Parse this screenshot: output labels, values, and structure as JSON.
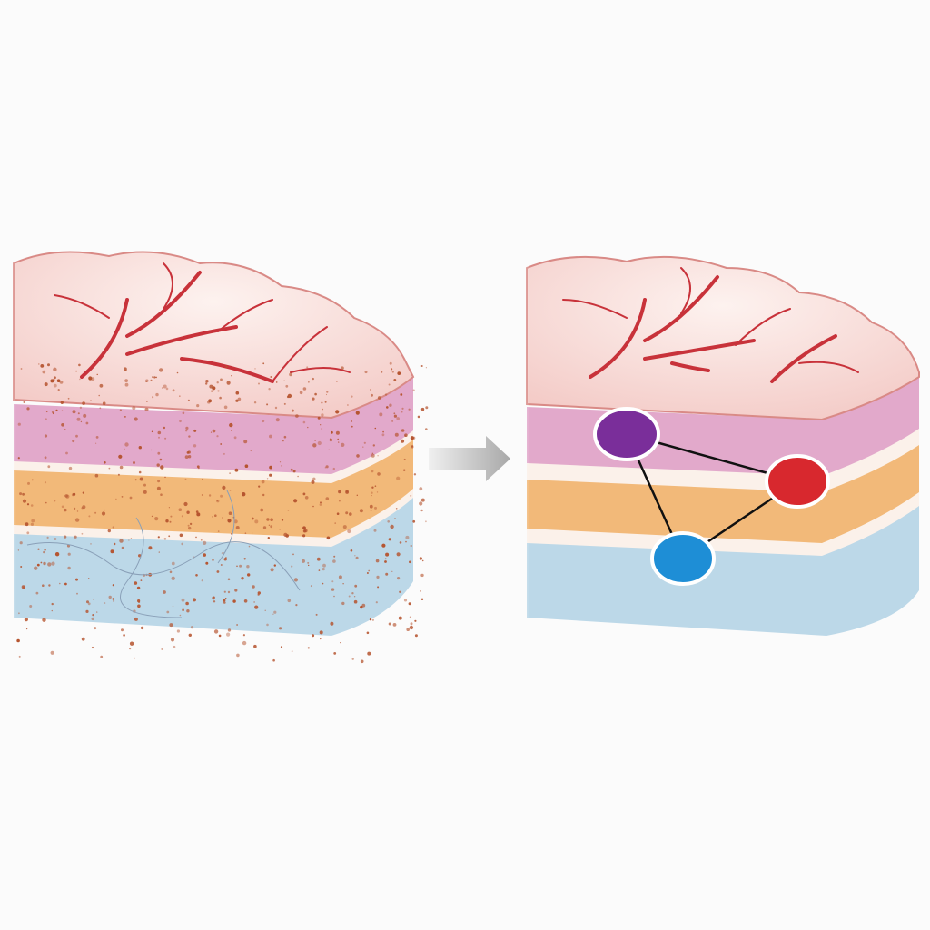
{
  "colors": {
    "background": "#fbfbfb",
    "cap": "#f9e3df",
    "cap_edge": "#d98a86",
    "vessel": "#c8323a",
    "layer_pink": "#e2a9cb",
    "layer_orange": "#f2b979",
    "layer_blue": "#bcd8e8",
    "separator": "#fbf1ea",
    "debris": "#b5532e",
    "arrow": "#b8b8b8"
  },
  "left_panel": {
    "state": "damaged",
    "icon": "tissue-layers-damaged"
  },
  "arrow": {
    "icon": "arrow-right-icon"
  },
  "right_panel": {
    "state": "restored",
    "icon": "tissue-layers-restored",
    "nodes": [
      {
        "name": "purple-node",
        "color": "#7a2e9a"
      },
      {
        "name": "red-node",
        "color": "#d8282e"
      },
      {
        "name": "blue-node",
        "color": "#1e8ed6"
      }
    ],
    "links": [
      [
        "purple-node",
        "red-node"
      ],
      [
        "purple-node",
        "blue-node"
      ],
      [
        "blue-node",
        "red-node"
      ]
    ]
  }
}
